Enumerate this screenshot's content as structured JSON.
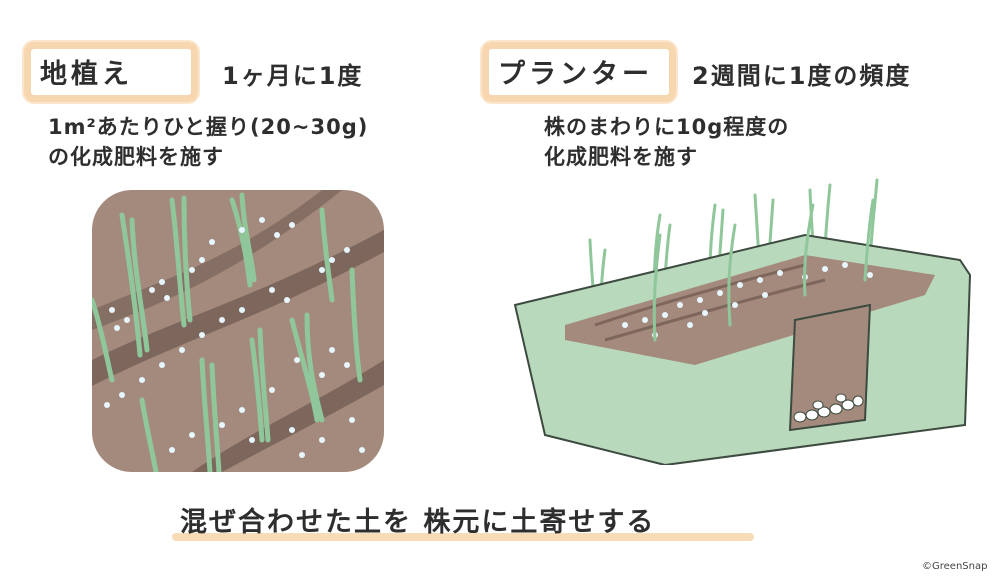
{
  "left_panel": {
    "label": "地植え",
    "frequency": "1ヶ月に1度",
    "instruction_line1": "1m²あたりひと握り(20~30g)",
    "instruction_line2": "の化成肥料を施す",
    "illustration": "field-soil-with-green-onions-and-fertilizer"
  },
  "right_panel": {
    "label": "プランター",
    "frequency": "2週間に1度の頻度",
    "instruction_line1": "株のまわりに10g程度の",
    "instruction_line2": "化成肥料を施す",
    "illustration": "planter-with-green-onions-cutaway"
  },
  "footer": {
    "caption": "混ぜ合わせた土を 株元に土寄せする",
    "copyright": "©GreenSnap"
  },
  "colors": {
    "label_border": "#f6d7b0",
    "underline": "#f8dcb8",
    "soil": "#a48a7c",
    "soil_dark": "#7d675c",
    "planter": "#b9d9bd",
    "planter_outline": "#3d4a3f",
    "leaf": "#8fc79b",
    "fertilizer": "#e8f6ff"
  }
}
